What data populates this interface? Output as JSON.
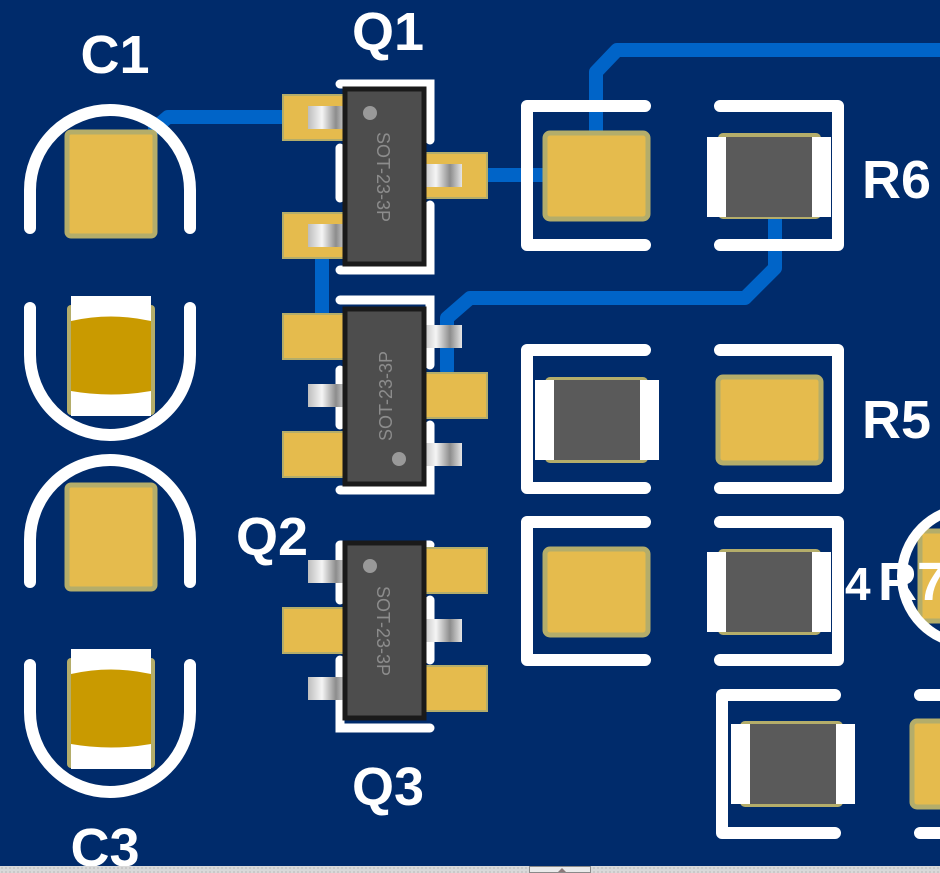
{
  "view": {
    "colors": {
      "board": "#002b6b",
      "trace": "#0064c8",
      "pad": "#e5bb4d",
      "pad_outline": "#b4ad6a",
      "silkscreen": "#ffffff",
      "ic_body": "#4d4d4d",
      "resistor_body": "#5a5a5a",
      "capacitor_body": "#c99a00"
    }
  },
  "designators": {
    "C1": "C1",
    "C3": "C3",
    "Q1": "Q1",
    "Q2": "Q2",
    "Q3": "Q3",
    "R5": "R5",
    "R6": "R6",
    "R7": "R7",
    "R7_prefix": "4"
  },
  "components": {
    "Q1": {
      "package": "SOT-23-3P"
    },
    "Q2": {
      "package": "SOT-23-3P"
    },
    "Q3": {
      "package": "SOT-23-3P"
    }
  },
  "status_bar": {
    "collapse_handle_icon": "triangle-up-icon"
  }
}
